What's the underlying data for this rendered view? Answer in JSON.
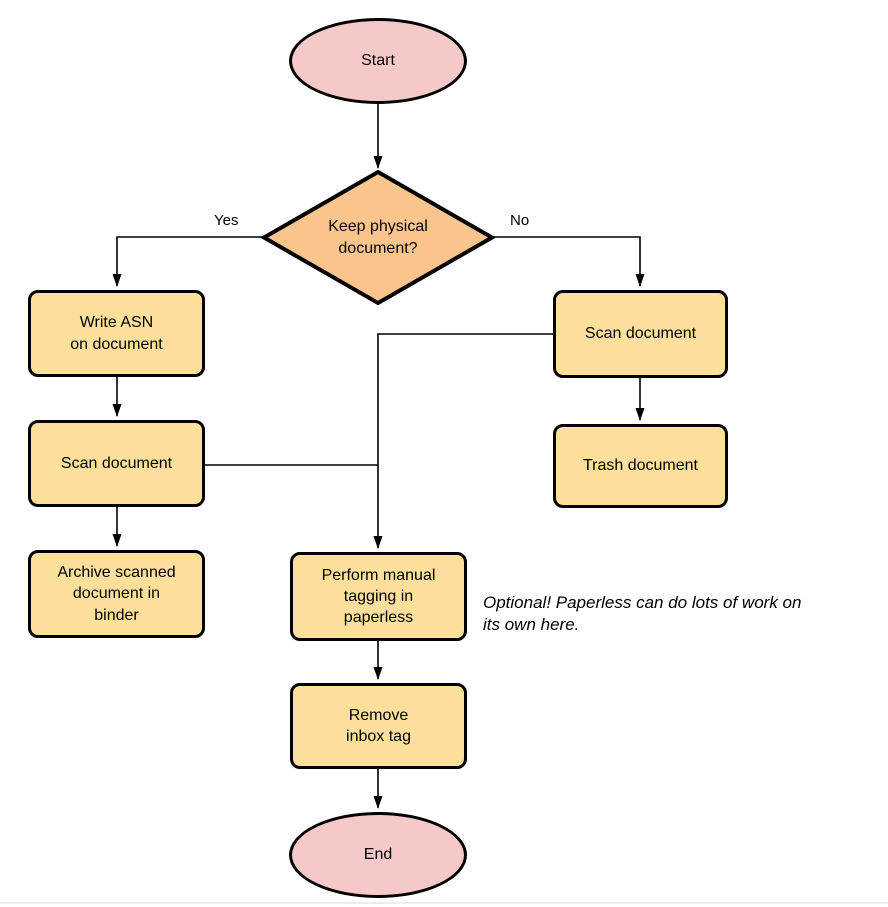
{
  "diagram": {
    "colors": {
      "terminal_fill": "#F6C9C9",
      "decision_fill": "#FAC58C",
      "process_fill": "#FBDF9B",
      "stroke": "#000000",
      "background": "#FFFFFF",
      "bottom_border": "#EFECEE"
    },
    "nodes": {
      "start": {
        "type": "terminal",
        "label": "Start"
      },
      "decision": {
        "type": "decision",
        "label": "Keep physical\ndocument?"
      },
      "write_asn": {
        "type": "process",
        "label": "Write ASN\non document"
      },
      "scan_left": {
        "type": "process",
        "label": "Scan document"
      },
      "archive": {
        "type": "process",
        "label": "Archive scanned\ndocument in\nbinder"
      },
      "scan_right": {
        "type": "process",
        "label": "Scan document"
      },
      "trash": {
        "type": "process",
        "label": "Trash document"
      },
      "tagging": {
        "type": "process",
        "label": "Perform manual\ntagging in\npaperless"
      },
      "remove_inbox": {
        "type": "process",
        "label": "Remove\ninbox tag"
      },
      "end": {
        "type": "terminal",
        "label": "End"
      }
    },
    "edge_labels": {
      "yes": "Yes",
      "no": "No"
    },
    "annotation": "Optional! Paperless can do lots of work on\nits own here."
  }
}
